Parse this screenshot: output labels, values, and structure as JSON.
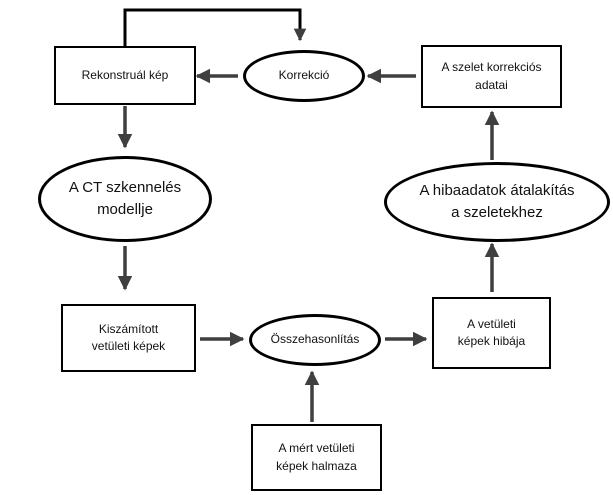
{
  "nodes": {
    "rekonstrual": "Rekonstruál kép",
    "korrekcio": "Korrekció",
    "szelet_korrekcios": "A szelet korrekciós\nadatai",
    "ct_modell": "A CT szkennelés\nmodellje",
    "hibaadatok": "A hibaadatok átalakítás\na szeletekhez",
    "kiszamitott": "Kiszámított\nvetületi képek",
    "osszehasonlitas": "Összehasonlítás",
    "vetuleti_hiba": "A vetületi\nképek hibája",
    "mert": "A mért vetületi\nképek halmaza"
  },
  "colors": {
    "stroke": "#000000",
    "arrow": "#3f3f3f",
    "background": "#ffffff"
  }
}
